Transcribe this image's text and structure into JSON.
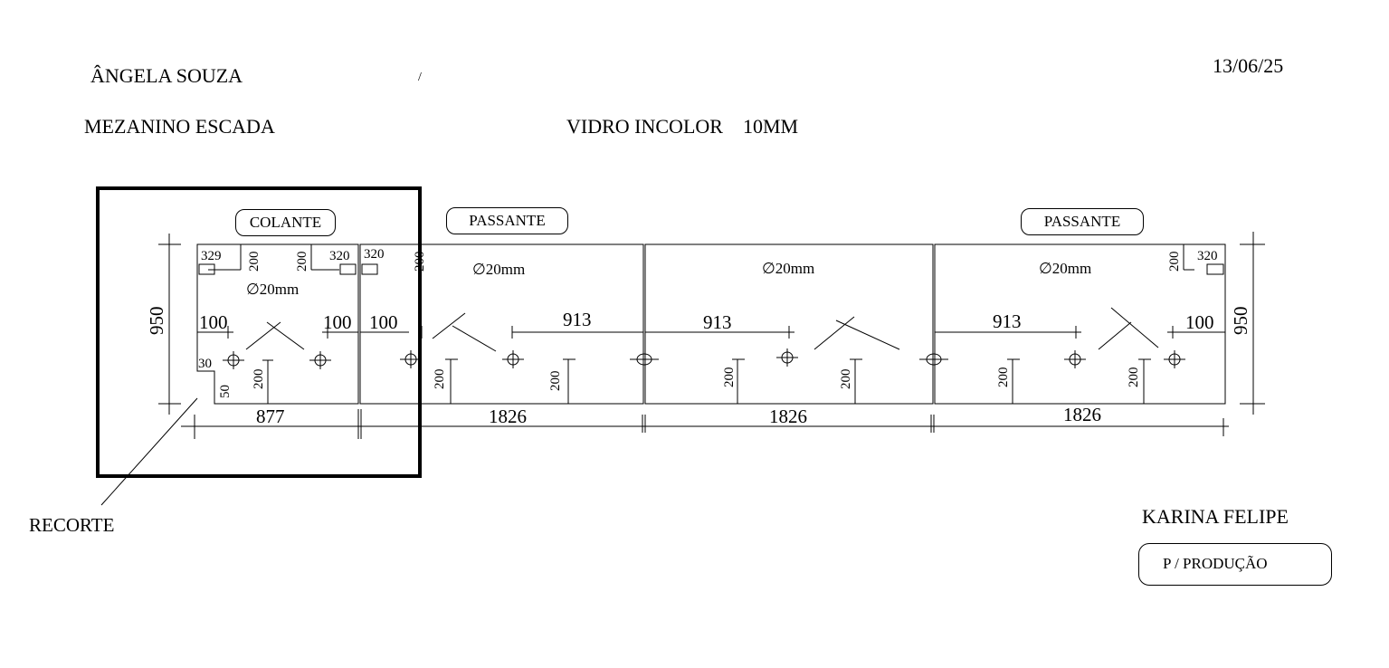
{
  "header": {
    "client": "ÂNGELA SOUZA",
    "mark": "/",
    "date": "13/06/25",
    "project": "MEZANINO ESCADA",
    "material": "VIDRO INCOLOR    10MM"
  },
  "panel_tags": {
    "p1": "COLANTE",
    "p2": "PASSANTE",
    "p4": "PASSANTE"
  },
  "dimensions": {
    "height_left": "950",
    "height_right": "950",
    "width_p1": "877",
    "width_p2": "1826",
    "width_p3": "1826",
    "width_p4": "1826",
    "p1_329": "329",
    "p1_200a": "200",
    "p1_200b": "200",
    "p1_320": "320",
    "p1_100a": "100",
    "p1_100b": "100",
    "p1_30": "30",
    "p1_50": "50",
    "p1_200c": "200",
    "p2_320": "320",
    "p2_200top": "200",
    "p2_100": "100",
    "p2_913": "913",
    "p2_200a": "200",
    "p2_200b": "200",
    "p3_913": "913",
    "p3_200a": "200",
    "p3_200b": "200",
    "p4_913": "913",
    "p4_100": "100",
    "p4_200top": "200",
    "p4_320": "320",
    "p4_200a": "200",
    "p4_200b": "200"
  },
  "holes": {
    "p1": "∅20mm",
    "p2": "∅20mm",
    "p3": "∅20mm",
    "p4": "∅20mm"
  },
  "callout": "RECORTE",
  "footer": {
    "approver": "KARINA FELIPE",
    "status": "P / PRODUÇÃO"
  }
}
